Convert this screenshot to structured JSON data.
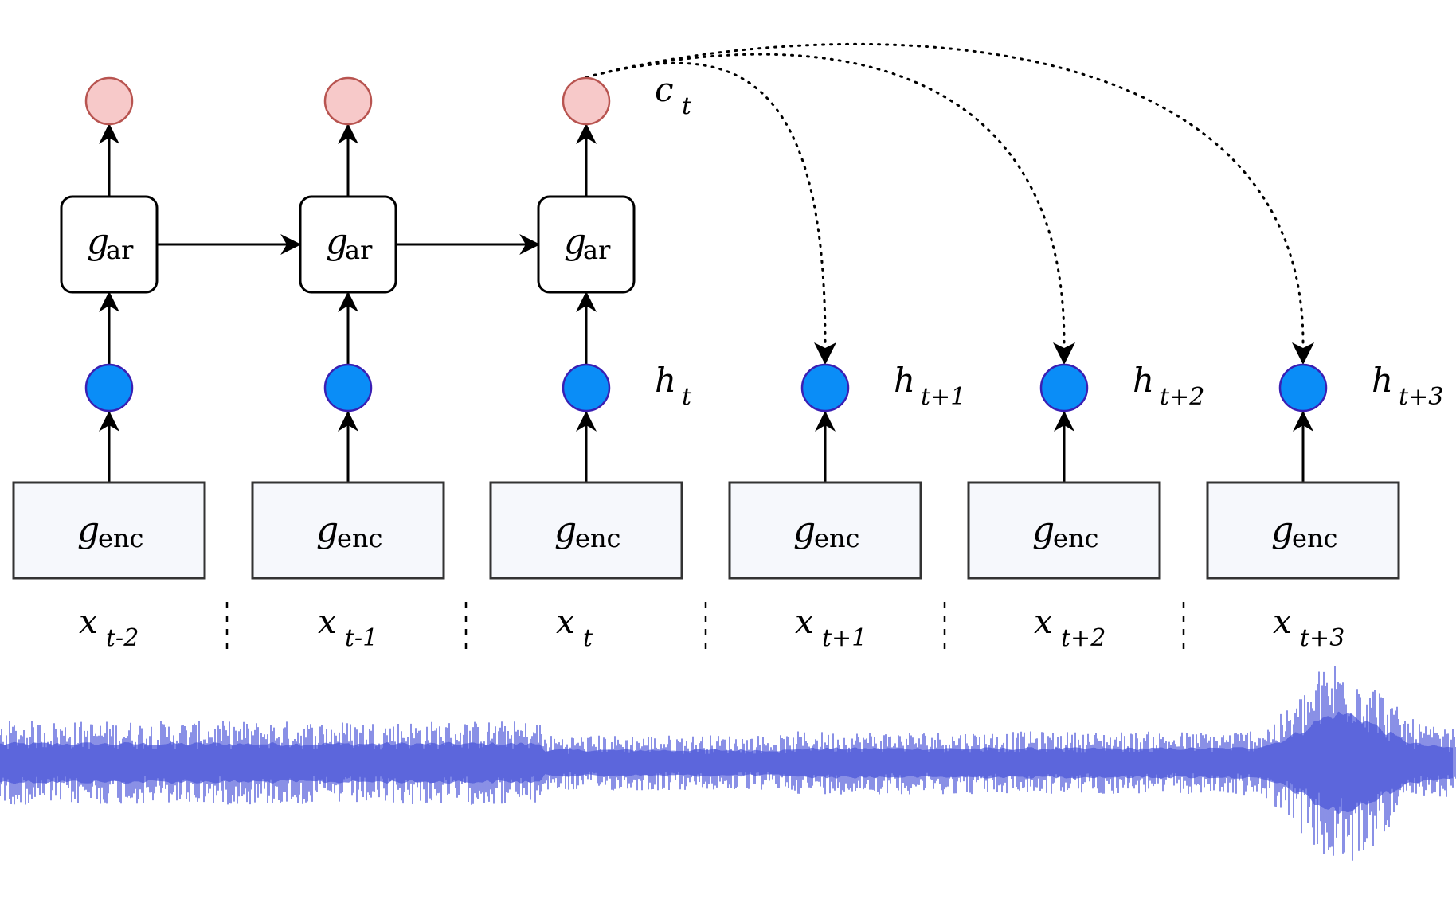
{
  "encoders": [
    {
      "g": "g",
      "sub": "enc"
    },
    {
      "g": "g",
      "sub": "enc"
    },
    {
      "g": "g",
      "sub": "enc"
    },
    {
      "g": "g",
      "sub": "enc"
    },
    {
      "g": "g",
      "sub": "enc"
    },
    {
      "g": "g",
      "sub": "enc"
    }
  ],
  "ar_blocks": [
    {
      "g": "g",
      "sub": "ar"
    },
    {
      "g": "g",
      "sub": "ar"
    },
    {
      "g": "g",
      "sub": "ar"
    }
  ],
  "inputs": [
    {
      "base": "x",
      "sub": "t-2"
    },
    {
      "base": "x",
      "sub": "t-1"
    },
    {
      "base": "x",
      "sub": "t"
    },
    {
      "base": "x",
      "sub": "t+1"
    },
    {
      "base": "x",
      "sub": "t+2"
    },
    {
      "base": "x",
      "sub": "t+3"
    }
  ],
  "latent_labels": [
    {
      "base": "h",
      "sub": "t"
    },
    {
      "base": "h",
      "sub": "t+1"
    },
    {
      "base": "h",
      "sub": "t+2"
    },
    {
      "base": "h",
      "sub": "t+3"
    }
  ],
  "context_label": {
    "base": "c",
    "sub": "t"
  },
  "colors": {
    "latent_fill": "#0a8df7",
    "latent_stroke": "#3a1fb3",
    "context_fill": "#f7c9c9",
    "context_stroke": "#b85450",
    "encoder_fill": "#f6f8fc",
    "encoder_stroke": "#333333",
    "waveform": "#4a55d8",
    "waveform_core": "#7d86e6"
  }
}
